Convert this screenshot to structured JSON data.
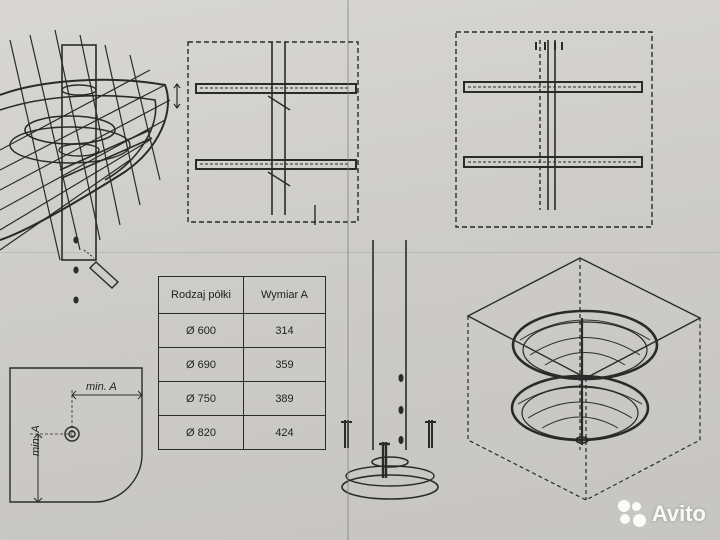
{
  "table": {
    "headers": [
      "Rodzaj półki",
      "Wymiar A"
    ],
    "rows": [
      [
        "Ø 600",
        "314"
      ],
      [
        "Ø 690",
        "359"
      ],
      [
        "Ø 750",
        "389"
      ],
      [
        "Ø 820",
        "424"
      ]
    ]
  },
  "labels": {
    "min_a_horizontal": "min. A",
    "min_a_vertical": "min. A"
  },
  "watermark": {
    "text": "Avito"
  },
  "colors": {
    "paper": "#d3d2ce",
    "ink": "#2a2a2a"
  }
}
